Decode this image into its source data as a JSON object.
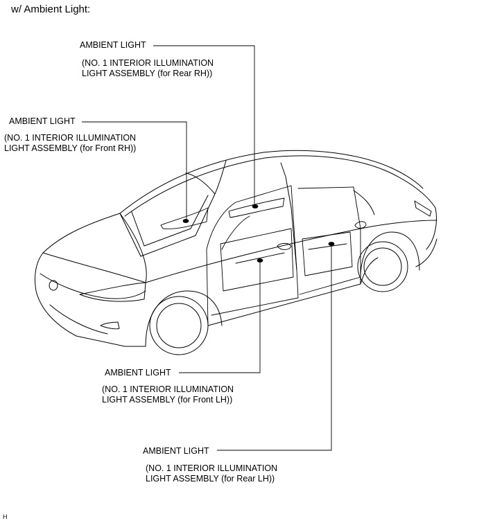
{
  "heading": "w/ Ambient Light:",
  "callouts": [
    {
      "title": "AMBIENT LIGHT",
      "line1": "(NO. 1 INTERIOR ILLUMINATION",
      "line2": "LIGHT ASSEMBLY (for Rear RH))"
    },
    {
      "title": "AMBIENT LIGHT",
      "line1": "(NO. 1 INTERIOR ILLUMINATION",
      "line2": "LIGHT ASSEMBLY (for Front RH))"
    },
    {
      "title": "AMBIENT LIGHT",
      "line1": "(NO. 1 INTERIOR ILLUMINATION",
      "line2": "LIGHT ASSEMBLY (for Front LH))"
    },
    {
      "title": "AMBIENT LIGHT",
      "line1": "(NO. 1 INTERIOR ILLUMINATION",
      "line2": "LIGHT ASSEMBLY (for Rear LH))"
    }
  ],
  "corner_mark": "H"
}
